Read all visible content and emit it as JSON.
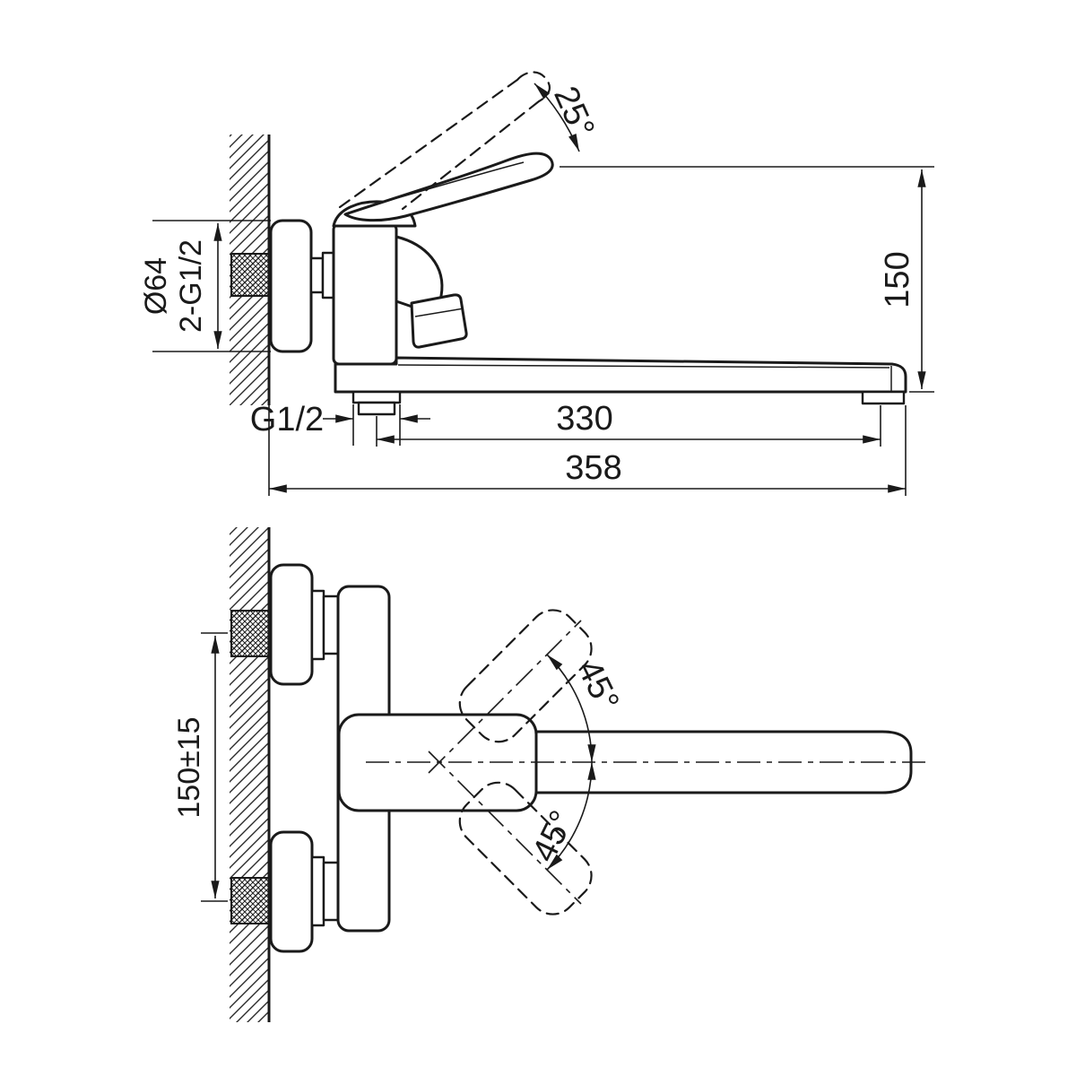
{
  "drawing": {
    "kind": "technical-dimension-drawing",
    "subject": "wall-mounted single-lever bath mixer with long swivel spout",
    "colors": {
      "line": "#1a1a1a",
      "background": "#ffffff"
    }
  },
  "side": {
    "handle_angle": "25°",
    "flange_diameter": "Ø64",
    "inlet_threads": "2-G1/2",
    "height": "150",
    "outlet_thread": "G1/2",
    "spout_reach": "330",
    "overall_depth": "358"
  },
  "front": {
    "swivel_upper": "45°",
    "swivel_lower": "45°",
    "inlet_spacing": "150±15"
  }
}
